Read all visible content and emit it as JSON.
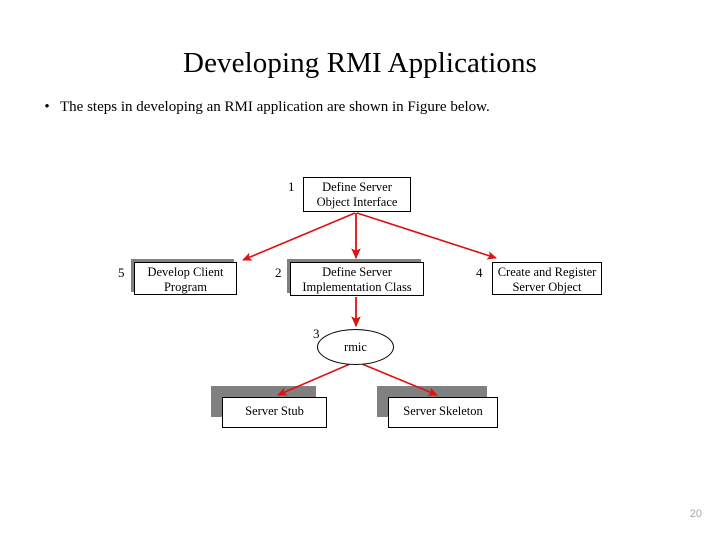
{
  "slide": {
    "title": "Developing RMI Applications",
    "page_number": "20",
    "background_color": "#ffffff"
  },
  "body": {
    "bullets": [
      {
        "marker": "•",
        "text": "The steps in developing an RMI application are shown in Figure below."
      }
    ]
  },
  "figure": {
    "name": "rmi-development-steps-diagram",
    "arrow_color": "#e01010",
    "shadow_color": "#808080",
    "border_color": "#000000",
    "nodes": [
      {
        "id": "define-interface",
        "step": "1",
        "shape": "box",
        "line1": "Define Server",
        "line2": "Object Interface"
      },
      {
        "id": "define-impl",
        "step": "2",
        "shape": "box",
        "line1": "Define Server",
        "line2": "Implementation Class"
      },
      {
        "id": "rmic",
        "step": "3",
        "shape": "ellipse",
        "line1": "rmic",
        "line2": ""
      },
      {
        "id": "create-register",
        "step": "4",
        "shape": "box",
        "line1": "Create and Register",
        "line2": "Server Object"
      },
      {
        "id": "develop-client",
        "step": "5",
        "shape": "box",
        "line1": "Develop Client",
        "line2": "Program"
      },
      {
        "id": "server-stub",
        "step": "",
        "shape": "box",
        "line1": "Server Stub",
        "line2": ""
      },
      {
        "id": "server-skeleton",
        "step": "",
        "shape": "box",
        "line1": "Server Skeleton",
        "line2": ""
      }
    ],
    "edges": [
      {
        "from": "define-interface",
        "to": "develop-client"
      },
      {
        "from": "define-interface",
        "to": "define-impl"
      },
      {
        "from": "define-interface",
        "to": "create-register"
      },
      {
        "from": "define-impl",
        "to": "rmic"
      },
      {
        "from": "rmic",
        "to": "server-stub"
      },
      {
        "from": "rmic",
        "to": "server-skeleton"
      }
    ]
  }
}
